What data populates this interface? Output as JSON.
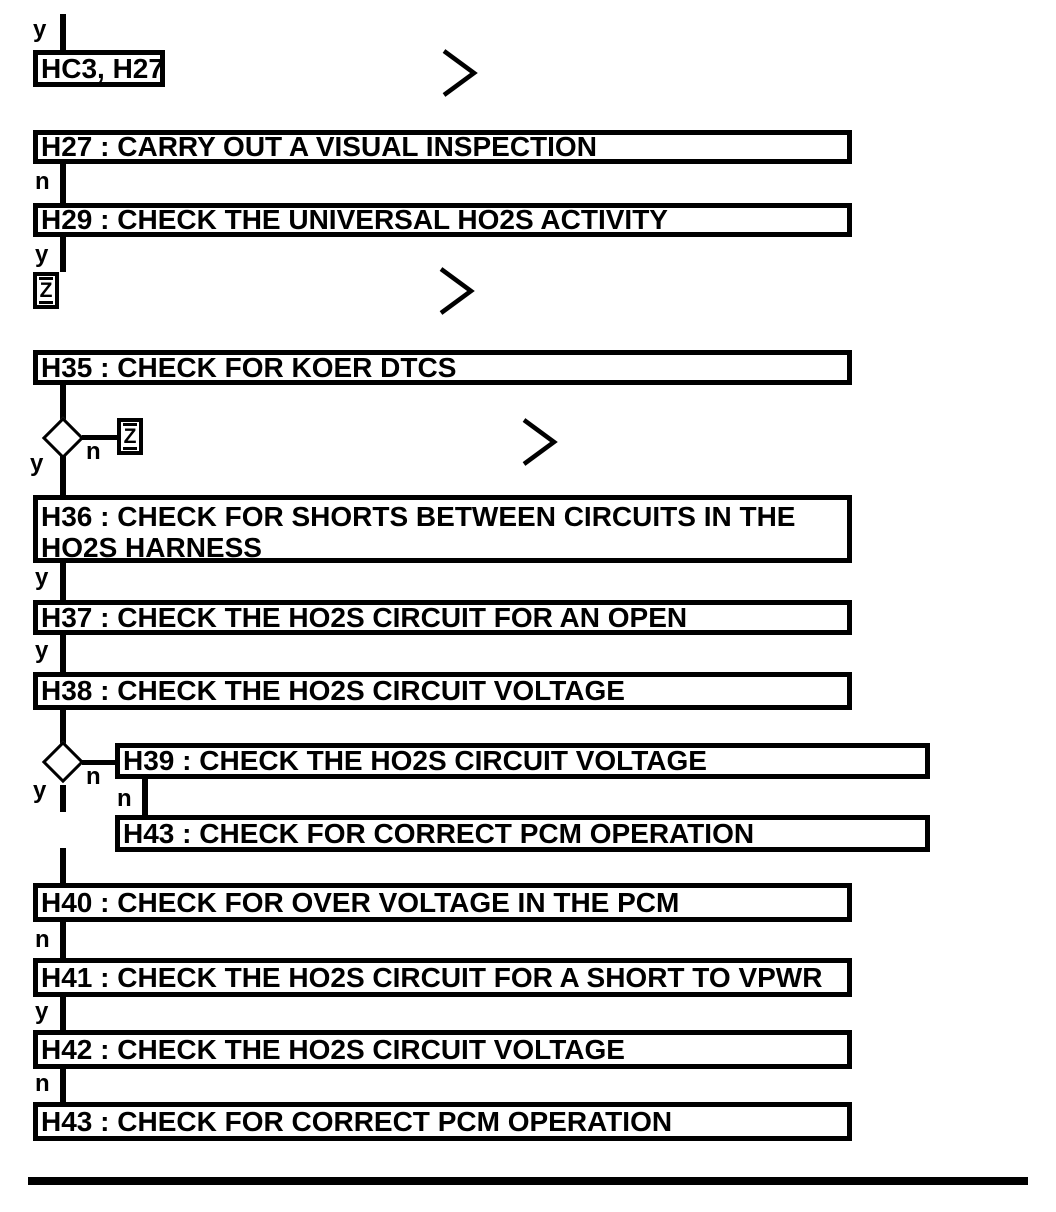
{
  "flowchart": {
    "entry_label": "HC3, H27",
    "branch_yes": "y",
    "branch_no": "n",
    "offpage_connector": "Z",
    "colors": {
      "ink": "#000000",
      "background": "#ffffff"
    },
    "steps": {
      "h27": "H27 : CARRY OUT A VISUAL INSPECTION",
      "h29": "H29 : CHECK THE UNIVERSAL HO2S ACTIVITY",
      "h35": "H35 : CHECK FOR KOER DTCS",
      "h36": "H36 : CHECK FOR SHORTS BETWEEN CIRCUITS IN THE HO2S HARNESS",
      "h37": "H37 : CHECK THE HO2S CIRCUIT FOR AN OPEN",
      "h38": "H38 : CHECK THE HO2S CIRCUIT VOLTAGE",
      "h39": "H39 : CHECK THE HO2S CIRCUIT VOLTAGE",
      "h43_branch": "H43 : CHECK FOR CORRECT PCM OPERATION",
      "h40": "H40 : CHECK FOR OVER VOLTAGE IN THE PCM",
      "h41": "H41 : CHECK THE HO2S CIRCUIT FOR A SHORT TO VPWR",
      "h42": "H42 : CHECK THE HO2S CIRCUIT VOLTAGE",
      "h43_end": "H43 : CHECK FOR CORRECT PCM OPERATION"
    }
  }
}
